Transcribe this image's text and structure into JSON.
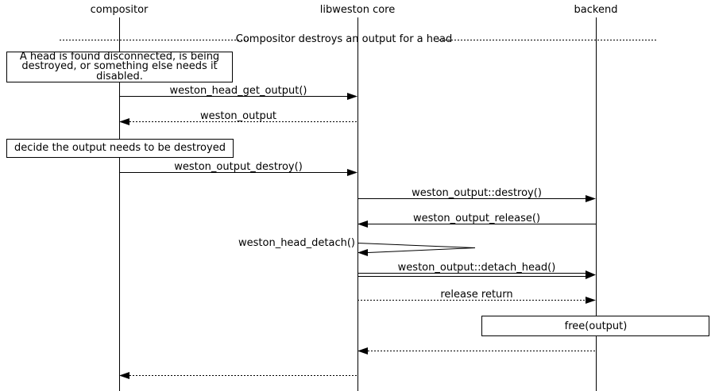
{
  "participants": [
    {
      "label": "compositor"
    },
    {
      "label": "libweston core"
    },
    {
      "label": "backend"
    }
  ],
  "divider": {
    "label": "Compositor destroys an output for a head"
  },
  "notes": [
    {
      "text": "A head is found disconnected, is being\ndestroyed, or something else needs it\ndisabled."
    },
    {
      "text": "decide the output needs to be destroyed"
    }
  ],
  "messages": [
    {
      "label": "weston_head_get_output()",
      "from": "compositor",
      "to": "libweston core",
      "style": "solid"
    },
    {
      "label": "weston_output",
      "from": "libweston core",
      "to": "compositor",
      "style": "dashed"
    },
    {
      "label": "weston_output_destroy()",
      "from": "compositor",
      "to": "libweston core",
      "style": "solid"
    },
    {
      "label": "weston_output::destroy()",
      "from": "libweston core",
      "to": "backend",
      "style": "solid"
    },
    {
      "label": "weston_output_release()",
      "from": "backend",
      "to": "libweston core",
      "style": "solid"
    },
    {
      "label": "weston_head_detach()",
      "from": "libweston core",
      "to": "libweston core",
      "style": "self"
    },
    {
      "label": "weston_output::detach_head()",
      "from": "libweston core",
      "to": "backend",
      "style": "double"
    },
    {
      "label": "release return",
      "from": "libweston core",
      "to": "backend",
      "style": "dashed"
    },
    {
      "label": "",
      "from": "backend",
      "to": "libweston core",
      "style": "dashed"
    },
    {
      "label": "",
      "from": "libweston core",
      "to": "compositor",
      "style": "dashed"
    }
  ],
  "action_box": {
    "label": "free(output)"
  },
  "colors": {
    "line": "#000000",
    "background": "#ffffff"
  }
}
